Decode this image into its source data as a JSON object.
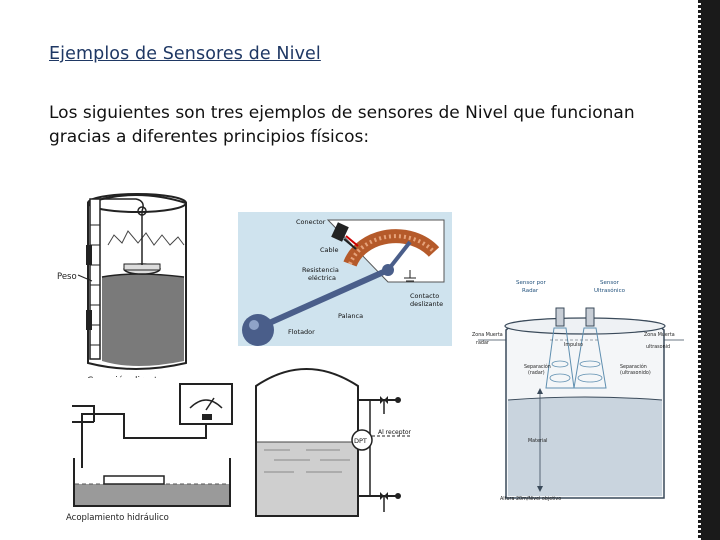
{
  "slide": {
    "title": "Ejemplos de Sensores de Nivel",
    "body_line1": "Los siguientes son tres ejemplos de sensores de Nivel que funcionan",
    "body_line2": "gracias a diferentes principios físicos:"
  },
  "fig_direct": {
    "peso": "Peso",
    "caption": "Conexión directa"
  },
  "fig_float": {
    "conector": "Conector",
    "cable": "Cable",
    "resistencia1": "Resistencia",
    "resistencia2": "eléctrica",
    "contacto1": "Contacto",
    "contacto2": "deslizante",
    "palanca": "Palanca",
    "flotador": "Flotador"
  },
  "fig_hydraulic": {
    "caption": "Acoplamiento hidráulico"
  },
  "fig_dpt": {
    "dpt": "DPT",
    "receptor": "Al receptor"
  },
  "fig_radar": {
    "sensor_radar1": "Sensor por",
    "sensor_radar2": "Radar",
    "sensor_ultra1": "Sensor",
    "sensor_ultra2": "Ultrasónico",
    "zona_left1": "Zona Muerta",
    "zona_left2": "radar",
    "zona_right1": "Zona Muerta",
    "zona_right2": "ultrasonid",
    "impulso": "Impulso",
    "separacion1": "Separación",
    "separacion1b": "(radar)",
    "separacion2": "Separación",
    "separacion2b": "(ultrasonido)",
    "material": "Material",
    "altura": "Altura 20m/Nivel objetivo"
  }
}
